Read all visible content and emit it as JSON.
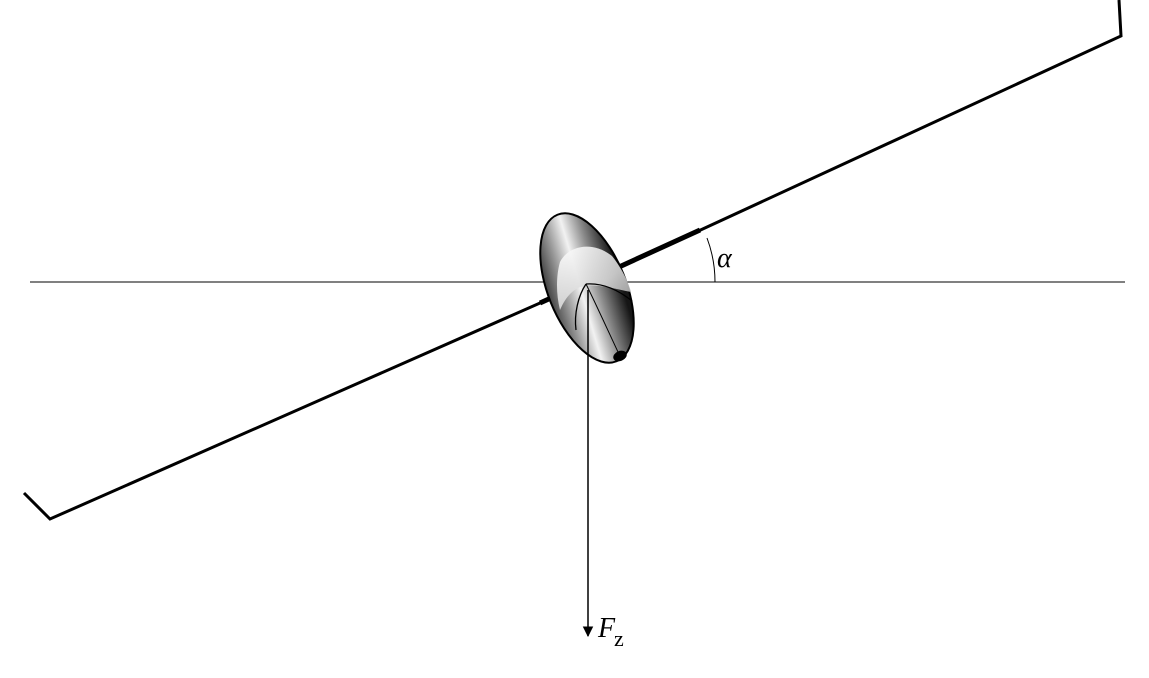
{
  "labels": {
    "angle": "α",
    "force_main": "F",
    "force_sub": "z"
  },
  "colors": {
    "ink": "#000000",
    "background": "#ffffff",
    "body_dark": "#2a2a2a",
    "body_light": "#e8e8e8"
  }
}
